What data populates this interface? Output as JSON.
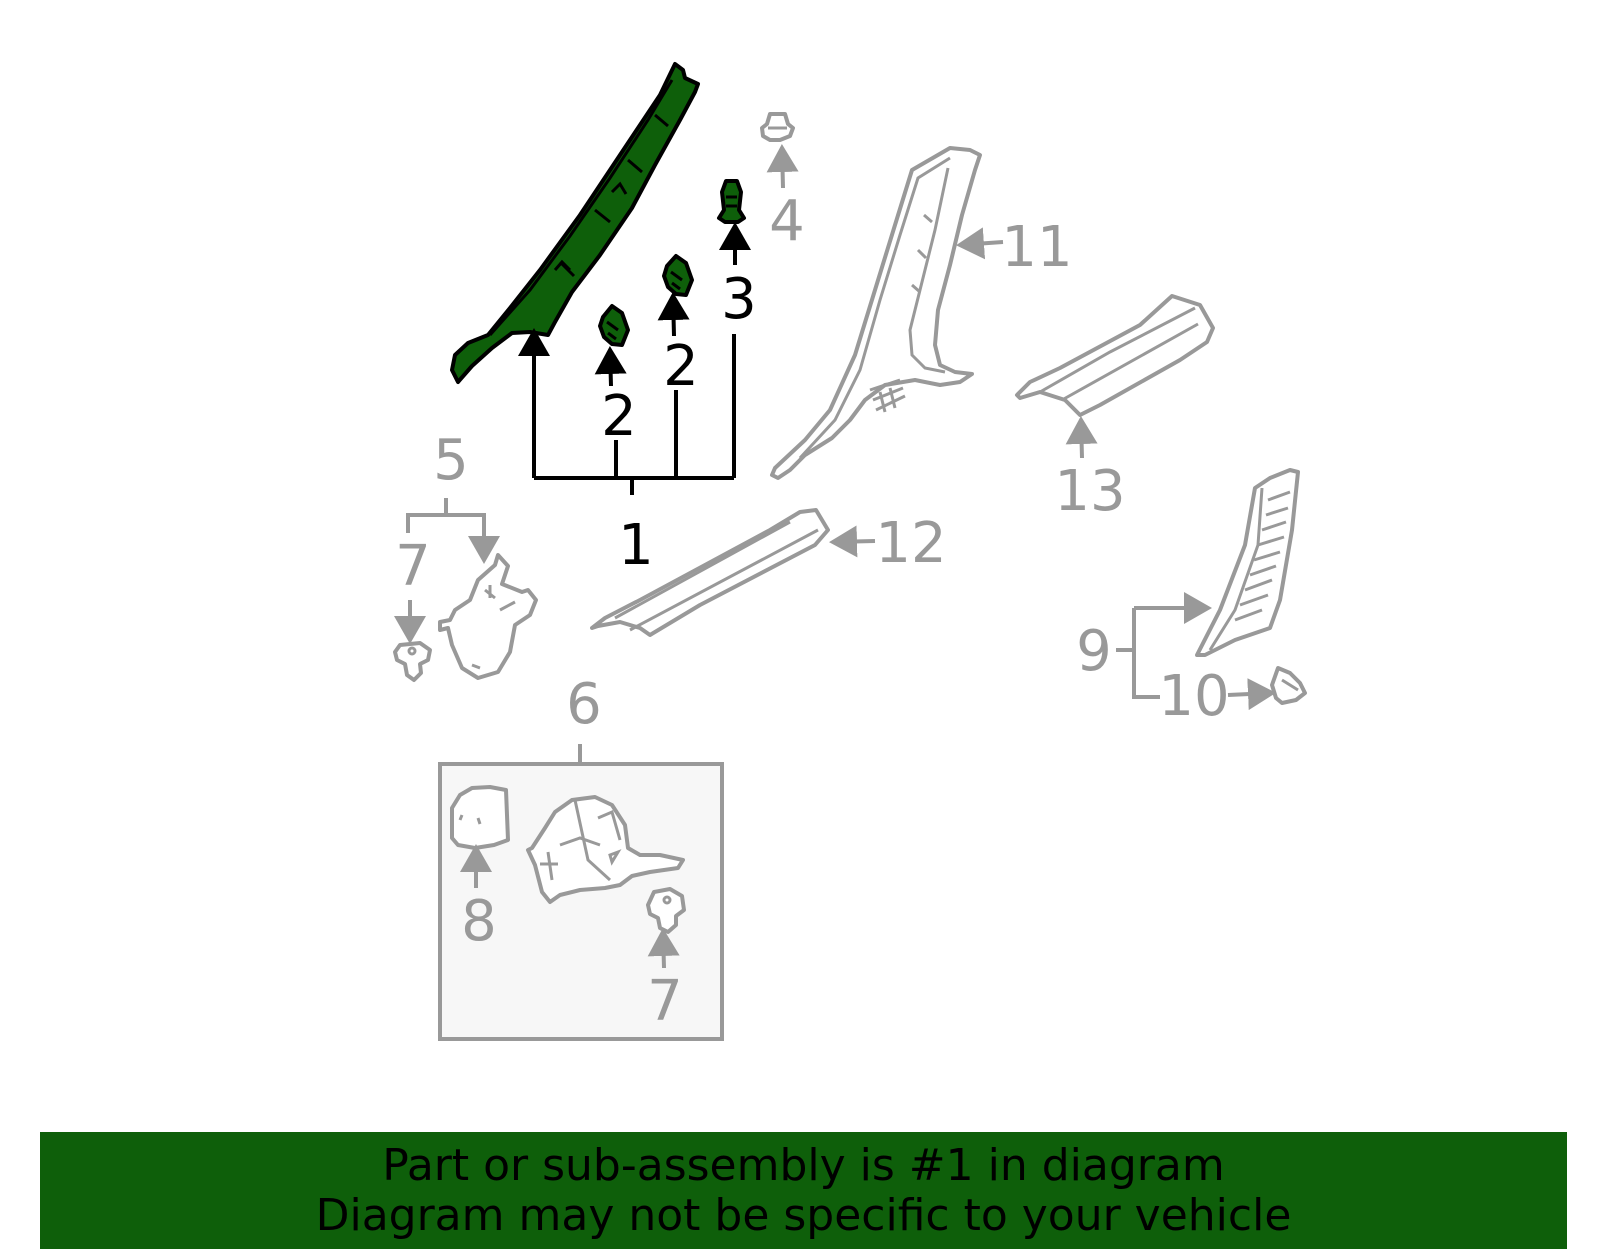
{
  "diagram": {
    "callouts": {
      "c1": "1",
      "c2a": "2",
      "c2b": "2",
      "c3": "3",
      "c4": "4",
      "c5": "5",
      "c6": "6",
      "c7a": "7",
      "c7b": "7",
      "c8": "8",
      "c9": "9",
      "c10": "10",
      "c11": "11",
      "c12": "12",
      "c13": "13"
    },
    "colors": {
      "highlight": "#0e5f0a",
      "line_grey": "#999999",
      "line_black": "#000000",
      "box_fill": "#f7f7f7"
    }
  },
  "banner": {
    "line1": "Part or sub-assembly is #1 in diagram",
    "line2": "Diagram may not be specific to your vehicle",
    "background": "#0e5f0a"
  }
}
